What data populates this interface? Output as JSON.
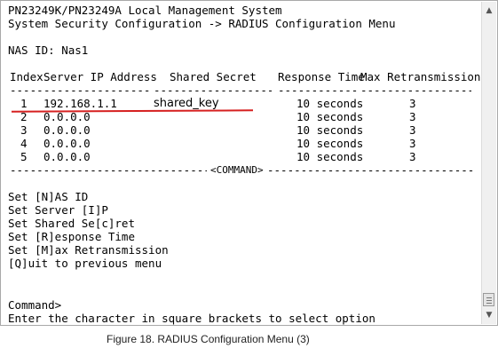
{
  "header": {
    "system_line": "PN23249K/PN23249A Local Management System",
    "path_line": "System Security Configuration -> RADIUS Configuration Menu"
  },
  "nas": {
    "label": "NAS ID: Nas1"
  },
  "table": {
    "headers": [
      "Index",
      "Server IP Address",
      "Shared Secret",
      "Response Time",
      "Max Retransmission"
    ],
    "rows": [
      {
        "index": "1",
        "ip": "192.168.1.1",
        "secret": "shared_key",
        "response": "10 seconds",
        "retrans": "3"
      },
      {
        "index": "2",
        "ip": "0.0.0.0",
        "secret": "",
        "response": "10 seconds",
        "retrans": "3"
      },
      {
        "index": "3",
        "ip": "0.0.0.0",
        "secret": "",
        "response": "10 seconds",
        "retrans": "3"
      },
      {
        "index": "4",
        "ip": "0.0.0.0",
        "secret": "",
        "response": "10 seconds",
        "retrans": "3"
      },
      {
        "index": "5",
        "ip": "0.0.0.0",
        "secret": "",
        "response": "10 seconds",
        "retrans": "3"
      }
    ],
    "underlines": [
      "-----",
      "-----------------",
      "------------------",
      "--------------",
      "------------------"
    ]
  },
  "command_divider": {
    "left": "---------------------------------",
    "label": "<COMMAND>",
    "right": "---------------------------------------"
  },
  "menu": [
    "Set [N]AS ID",
    "Set Server [I]P",
    "Set Shared Se[c]ret",
    "Set [R]esponse Time",
    "Set [M]ax Retransmission",
    "[Q]uit to previous menu"
  ],
  "prompt": {
    "command": "Command>",
    "hint": "Enter the character in square brackets to select option"
  },
  "scrollbar": {
    "up_icon": "▲",
    "down_icon": "▼"
  },
  "caption": "Figure 18. RADIUS Configuration Menu (3)",
  "colors": {
    "highlight_line": "#d62020"
  }
}
